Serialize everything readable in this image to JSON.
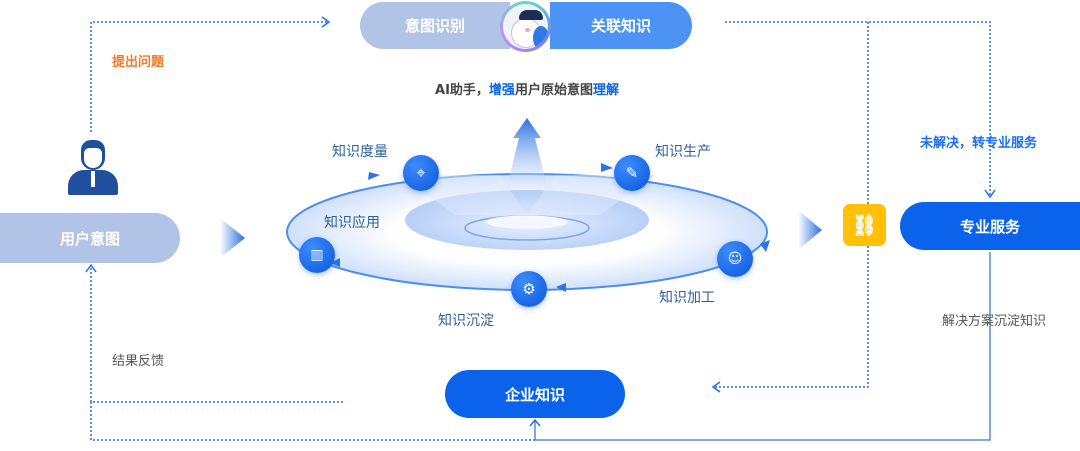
{
  "top": {
    "intent_recognition": "意图识别",
    "related_knowledge": "关联知识"
  },
  "ask_question": "提出问题",
  "assistant": {
    "prefix": "AI助手，",
    "enhance": "增强",
    "middle": "用户原始意图",
    "understand": "理解"
  },
  "user_intent": "用户意图",
  "cycle": {
    "measure": "知识度量",
    "produce": "知识生产",
    "apply": "知识应用",
    "process": "知识加工",
    "settle": "知识沉淀"
  },
  "unresolved": "未解决，转专业服务",
  "professional_service": "专业服务",
  "solution_settle": "解决方案沉淀知识",
  "feedback": "结果反馈",
  "enterprise_knowledge": "企业知识",
  "colors": {
    "light_pill": "#b1c4e8",
    "blue_pill": "#4d93f5",
    "primary": "#0a63ea",
    "orange": "#f07b2b",
    "yellow": "#ffc107"
  }
}
